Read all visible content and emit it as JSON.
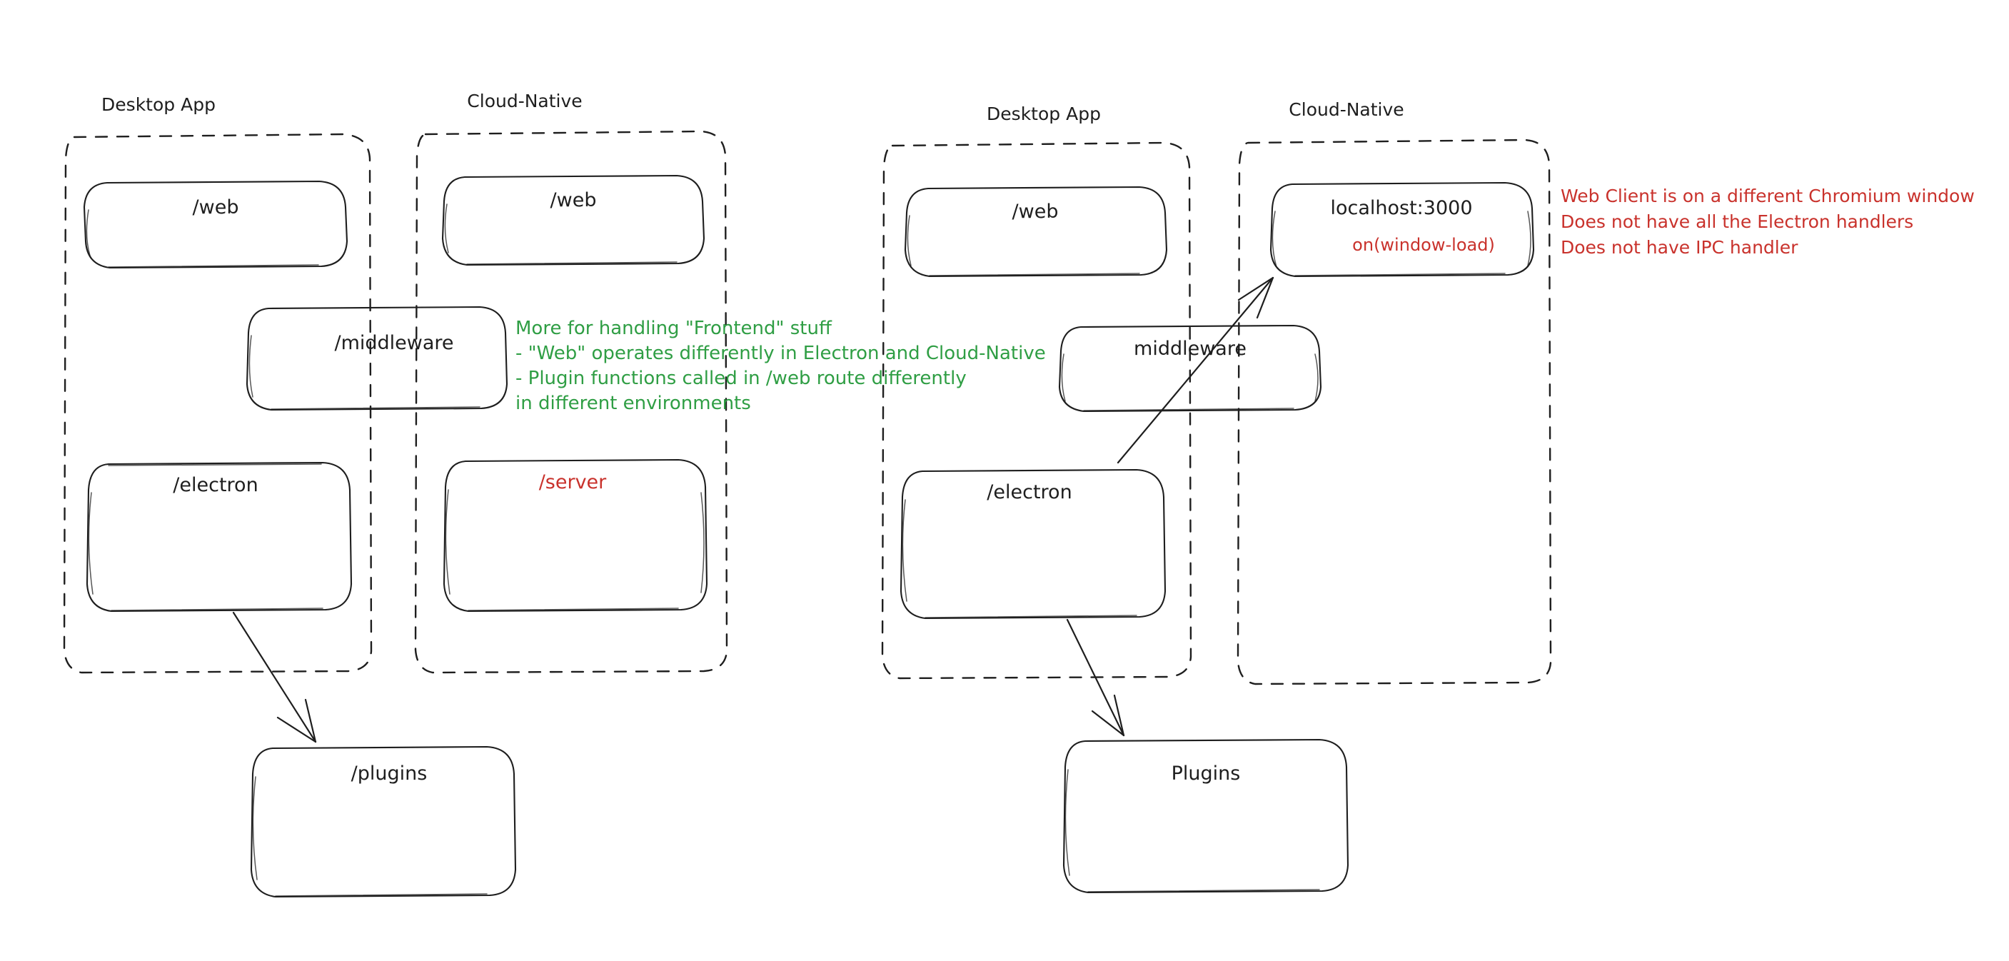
{
  "diagram": {
    "title_left": "Desktop App",
    "title_right": "Cloud-Native",
    "colors": {
      "ink": "#1e1e1e",
      "green": "#2f9e44",
      "red": "#c9322c",
      "background": "#ffffff"
    }
  },
  "left_diagram": {
    "groups": [
      {
        "label": "Desktop App"
      },
      {
        "label": "Cloud-Native"
      }
    ],
    "boxes": [
      {
        "label": "/web",
        "color": "#1e1e1e"
      },
      {
        "label": "/web",
        "color": "#1e1e1e"
      },
      {
        "label": "/middleware",
        "color": "#1e1e1e"
      },
      {
        "label": "/electron",
        "color": "#1e1e1e"
      },
      {
        "label": "/server",
        "color": "#c9322c"
      },
      {
        "label": "/plugins",
        "color": "#1e1e1e"
      }
    ],
    "note_green": [
      "More for handling \"Frontend\" stuff",
      "- \"Web\" operates differently in Electron and Cloud-Native",
      "- Plugin functions called in /web route differently",
      "in different environments"
    ]
  },
  "right_diagram": {
    "groups": [
      {
        "label": "Desktop App"
      },
      {
        "label": "Cloud-Native"
      }
    ],
    "boxes": [
      {
        "label": "/web",
        "color": "#1e1e1e"
      },
      {
        "label": "localhost:3000",
        "sublabel": "on(window-load)",
        "color": "#1e1e1e",
        "sublabel_color": "#c9322c"
      },
      {
        "label": "middleware",
        "color": "#1e1e1e"
      },
      {
        "label": "/electron",
        "color": "#1e1e1e"
      },
      {
        "label": "Plugins",
        "color": "#1e1e1e"
      }
    ],
    "note_red": [
      "Web Client is on a different Chromium window",
      "Does not have all the Electron handlers",
      "Does not have IPC handler"
    ]
  }
}
